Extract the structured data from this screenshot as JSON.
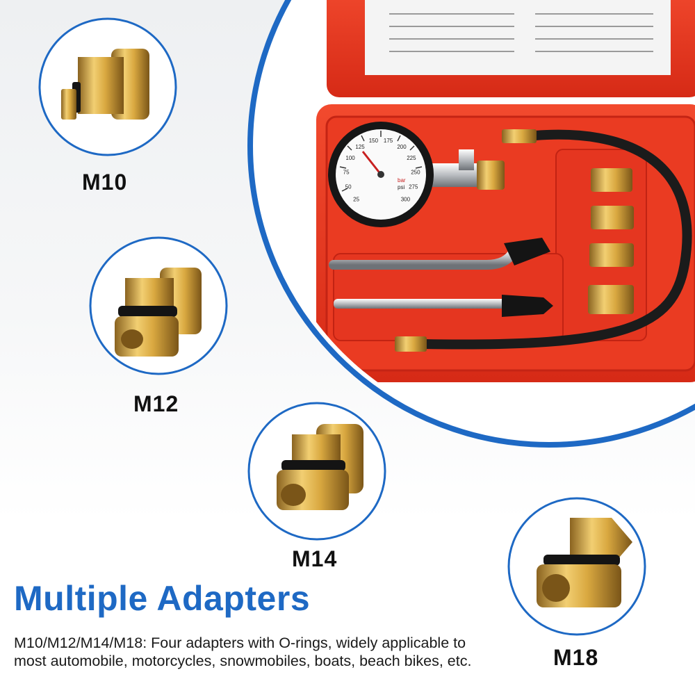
{
  "heading": "Multiple Adapters",
  "description": "M10/M12/M14/M18: Four adapters with O-rings, widely applicable to most automobile, motorcycles, snowmobiles, boats, beach bikes, etc.",
  "adapters": [
    {
      "label": "M10"
    },
    {
      "label": "M12"
    },
    {
      "label": "M14"
    },
    {
      "label": "M18"
    }
  ],
  "gauge": {
    "ticks_psi": [
      "25",
      "50",
      "75",
      "100",
      "125",
      "150",
      "175",
      "200",
      "225",
      "250",
      "275",
      "300"
    ],
    "units": [
      "bar",
      "psi"
    ]
  },
  "colors": {
    "accent_blue": "#1e69c4",
    "case_red": "#e8321e",
    "brass": "#d8a93c",
    "oring_black": "#141414"
  }
}
